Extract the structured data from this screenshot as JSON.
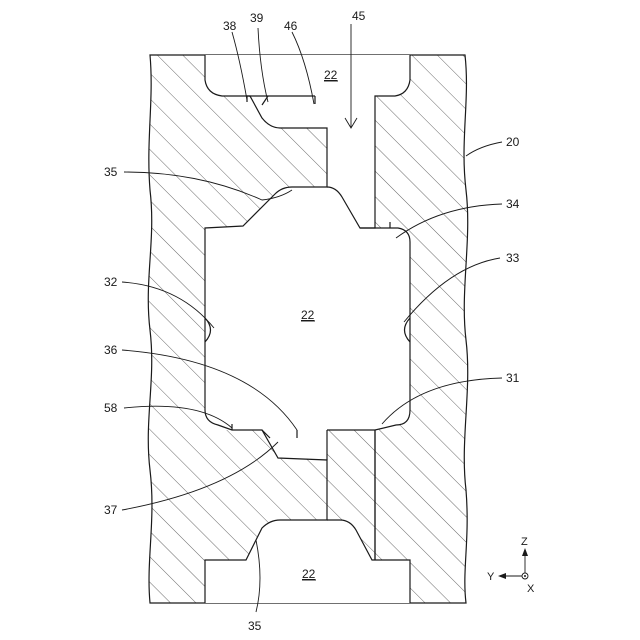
{
  "labels": {
    "ref_38": "38",
    "ref_39": "39",
    "ref_46": "46",
    "ref_45": "45",
    "ref_20": "20",
    "ref_35_top": "35",
    "ref_34": "34",
    "ref_33": "33",
    "ref_32": "32",
    "ref_36": "36",
    "ref_31": "31",
    "ref_58": "58",
    "ref_37": "37",
    "ref_35_bottom": "35",
    "chamber_top": "22",
    "chamber_middle": "22",
    "chamber_bottom": "22"
  },
  "axes": {
    "z": "Z",
    "y": "Y",
    "x": "X"
  }
}
